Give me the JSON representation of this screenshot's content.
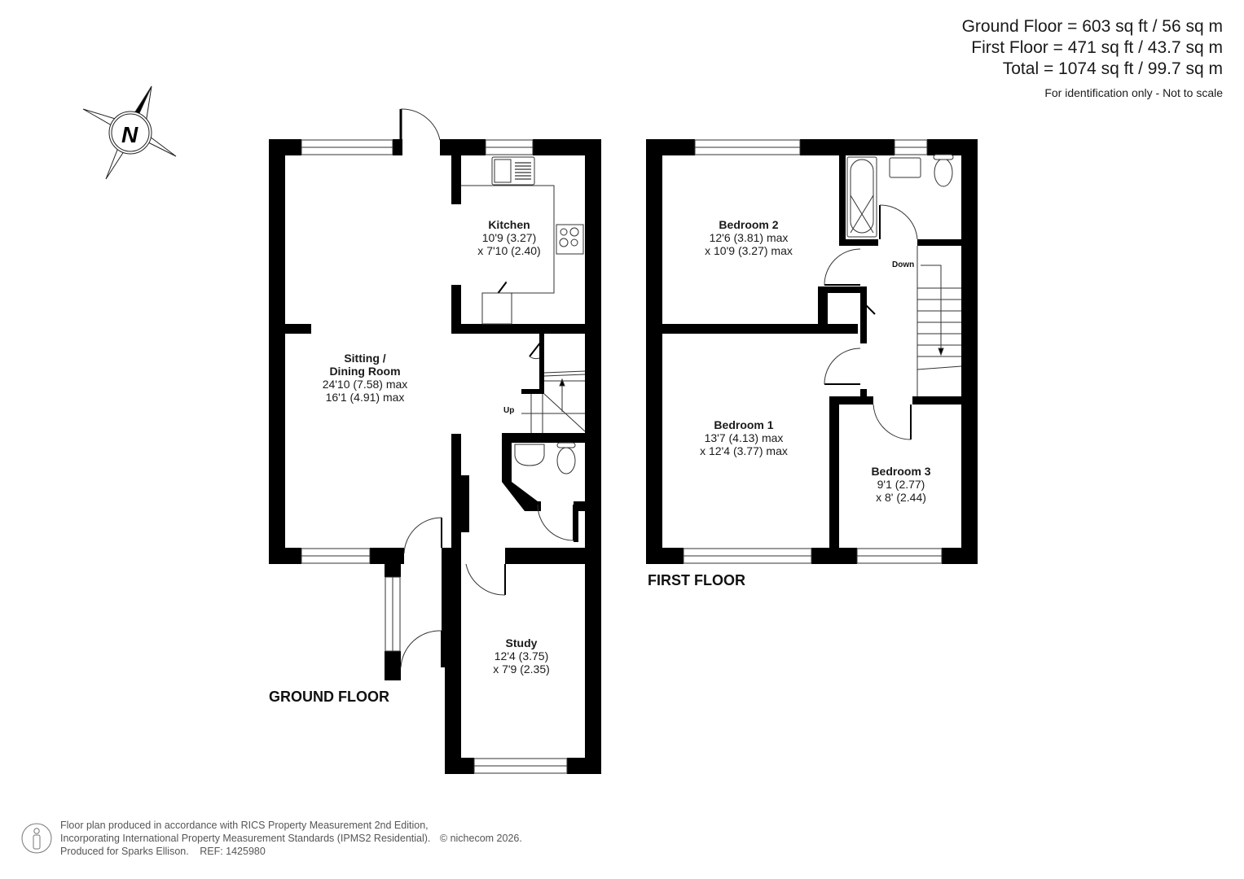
{
  "areas": {
    "ground_floor": "Ground Floor = 603 sq ft / 56 sq m",
    "first_floor": "First Floor = 471 sq ft / 43.7 sq m",
    "total": "Total = 1074 sq ft / 99.7 sq m",
    "note": "For identification only - Not to scale"
  },
  "compass": {
    "icon": "north-compass-icon",
    "label": "N"
  },
  "ground_floor": {
    "title": "GROUND FLOOR",
    "stair_label": "Up",
    "rooms": [
      {
        "name": "Kitchen",
        "dim1": "10'9 (3.27)",
        "dim2": "x 7'10 (2.40)"
      },
      {
        "name_line1": "Sitting /",
        "name": "Dining Room",
        "dim1": "24'10 (7.58) max",
        "dim2": "16'1 (4.91) max"
      },
      {
        "name": "Study",
        "dim1": "12'4 (3.75)",
        "dim2": "x 7'9 (2.35)"
      }
    ]
  },
  "first_floor": {
    "title": "FIRST FLOOR",
    "stair_label": "Down",
    "rooms": [
      {
        "name": "Bedroom 2",
        "dim1": "12'6 (3.81) max",
        "dim2": "x 10'9 (3.27) max"
      },
      {
        "name": "Bedroom 1",
        "dim1": "13'7 (4.13) max",
        "dim2": "x 12'4 (3.77) max"
      },
      {
        "name": "Bedroom 3",
        "dim1": "9'1 (2.77)",
        "dim2": "x 8' (2.44)"
      }
    ]
  },
  "footer": {
    "line1": "Floor plan produced in accordance with RICS Property Measurement 2nd Edition,",
    "line2": "Incorporating International Property Measurement Standards (IPMS2 Residential).",
    "copyright": "© nichecom 2026.",
    "line3": "Produced for Sparks Ellison.",
    "ref": "REF: 1425980",
    "icon": "person-badge-icon"
  },
  "colors": {
    "wall": "#000000",
    "line": "#333333",
    "background": "#ffffff",
    "text": "#1a1a1a",
    "footer_text": "#555555"
  }
}
